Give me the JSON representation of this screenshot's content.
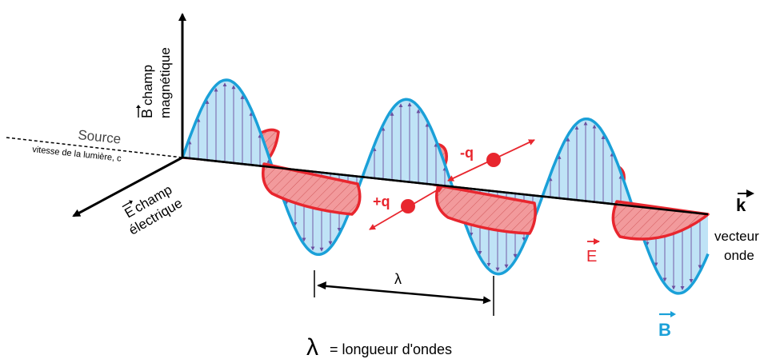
{
  "labels": {
    "b_axis_letter": "B",
    "b_axis_line1": "champ",
    "b_axis_line2": "magnétique",
    "e_axis_letter": "E",
    "e_axis_line1": "champ",
    "e_axis_line2": "électrique",
    "source": "Source",
    "source_speed": "vitesse de la lumière, c",
    "k_letter": "k",
    "wave_vector_line1": "vecteur",
    "wave_vector_line2": "onde",
    "e_field_letter": "E",
    "b_field_letter": "B",
    "lambda_symbol": "λ",
    "lambda_caption_symbol": "λ",
    "lambda_caption_text": "= longueur d'ondes",
    "charge_negative": "-q",
    "charge_positive": "+q"
  },
  "colors": {
    "b_wave_stroke": "#1aa0d8",
    "b_wave_fill": "#bfe3f6",
    "e_wave_stroke": "#e8262e",
    "e_wave_fill": "#f29a9c",
    "charge": "#e8262e",
    "axis": "#000000"
  }
}
